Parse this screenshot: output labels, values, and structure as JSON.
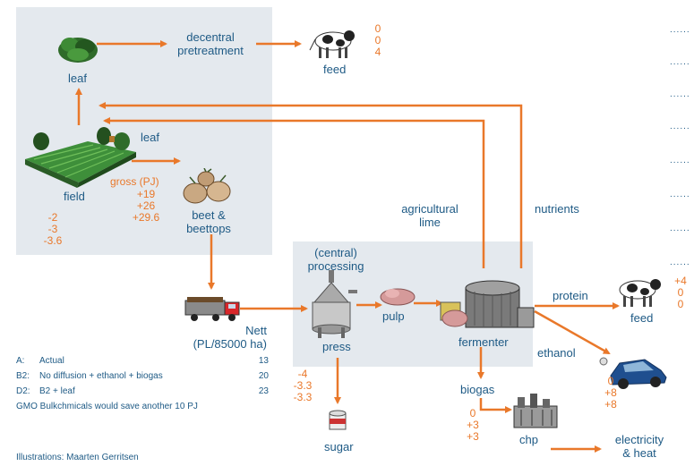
{
  "labels": {
    "decentral_pretreatment": [
      "decentral",
      "pretreatment"
    ],
    "feed_top": "feed",
    "leaf_top": "leaf",
    "leaf_field": "leaf",
    "field": "field",
    "gross": "gross (PJ)",
    "beet": [
      "beet &",
      "beettops"
    ],
    "agricultural_lime": [
      "agricultural",
      "lime"
    ],
    "nutrients": "nutrients",
    "central_processing": [
      "(central)",
      "processing"
    ],
    "press": "press",
    "pulp": "pulp",
    "fermenter": "fermenter",
    "protein": "protein",
    "feed_right": "feed",
    "ethanol": "ethanol",
    "biogas": "biogas",
    "chp": "chp",
    "sugar": "sugar",
    "electricity_heat": [
      "electricity",
      "& heat"
    ],
    "nett": [
      "Nett",
      "(PL/85000 ha)"
    ],
    "credits": "Illustrations: Maarten Gerritsen"
  },
  "values": {
    "feed_top": [
      "0",
      "0",
      "4"
    ],
    "field": [
      "-2",
      "-3",
      "-3.6"
    ],
    "gross": [
      "+19",
      "+26",
      "+29.6"
    ],
    "feed_right": [
      "+4",
      "0",
      "0"
    ],
    "ethanol": [
      "0",
      "+8",
      "+8"
    ],
    "chp": [
      "0",
      "+3",
      "+3"
    ],
    "sugar": [
      "-4",
      "-3.3",
      "-3.3"
    ]
  },
  "scenarios": [
    {
      "code": "A:",
      "desc": "Actual",
      "value": "13"
    },
    {
      "code": "B2:",
      "desc": "No diffusion + ethanol + biogas",
      "value": "20"
    },
    {
      "code": "D2:",
      "desc": "B2 + leaf",
      "value": "23"
    }
  ],
  "gmo_note": "GMO Bulkchmicals would save another 10 PJ",
  "colors": {
    "arrow": "#e9782a",
    "text": "#1e5a85",
    "number": "#e9782a",
    "panel": "#e4e9ee"
  },
  "icons": [
    "leaf-illustration",
    "cow-illustration",
    "field-illustration",
    "beet-illustration",
    "truck-illustration",
    "press-illustration",
    "pulp-illustration",
    "fermenter-illustration",
    "car-illustration",
    "chp-illustration",
    "sugar-illustration"
  ]
}
